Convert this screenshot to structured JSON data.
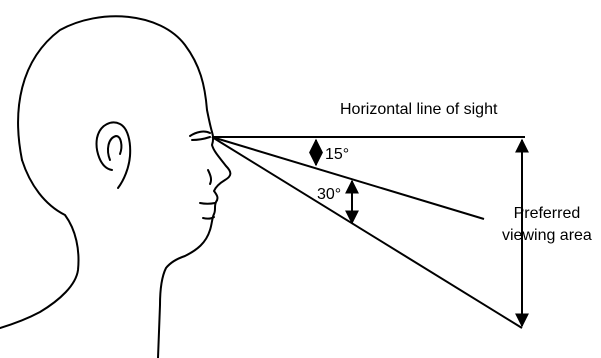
{
  "figure": {
    "horizontal_line_label": "Horizontal line of sight",
    "angle_small_label": "15°",
    "angle_large_label": "30°",
    "area_label_line1": "Preferred",
    "area_label_line2": "viewing area"
  },
  "colors": {
    "ink": "#000000",
    "background": "#ffffff"
  }
}
